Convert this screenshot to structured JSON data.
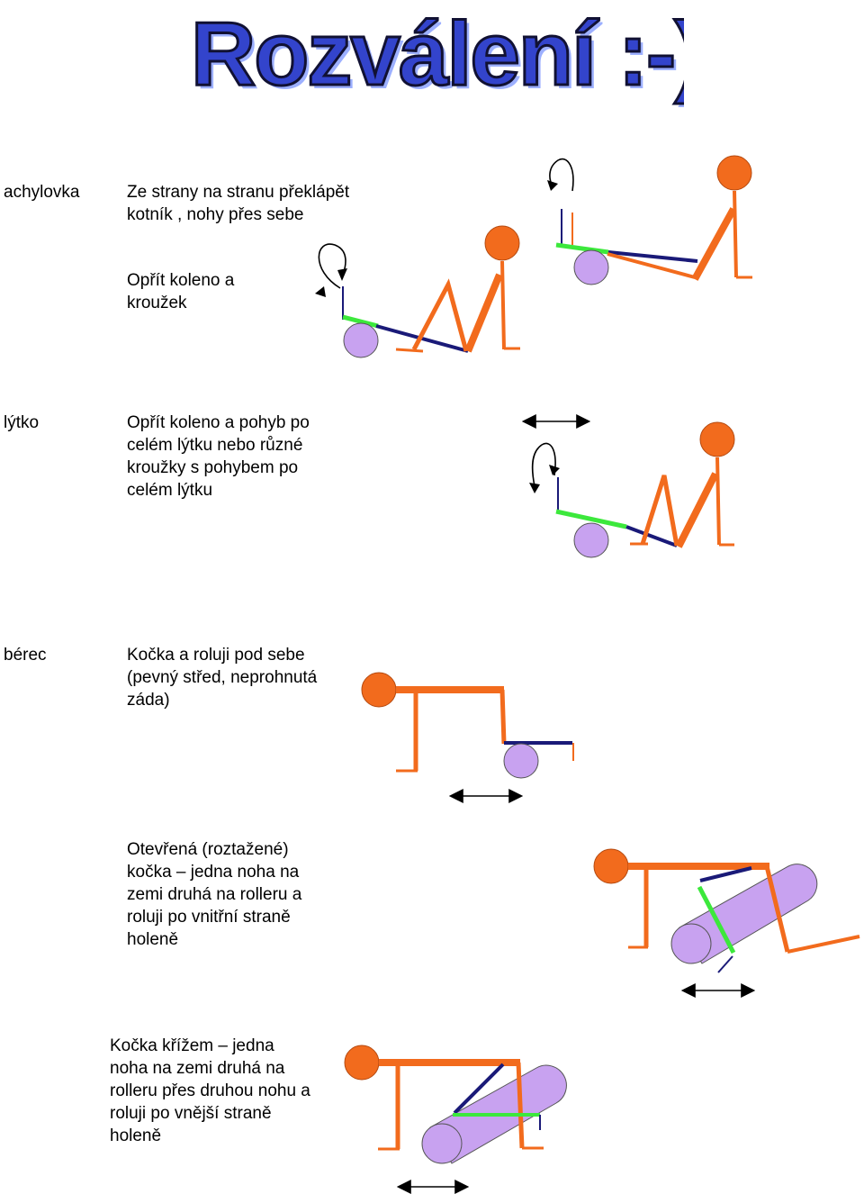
{
  "title": "Rozválení :-)",
  "colors": {
    "body": "#F26B1D",
    "roller": "#C8A2F0",
    "shin_green": "#3CE83C",
    "leg_navy": "#1A1A78",
    "title_fill": "#3344CC",
    "title_outline": "#111133"
  },
  "sections": [
    {
      "label": "achylovka",
      "texts": [
        "Ze strany na stranu překlápět\nkotník , nohy přes sebe",
        "Opřít koleno a\nkroužek"
      ]
    },
    {
      "label": "lýtko",
      "texts": [
        "Opřít koleno a pohyb po\ncelém lýtku nebo různé\nkroužky s pohybem po\ncelém lýtku"
      ]
    },
    {
      "label": "bérec",
      "texts": [
        "Kočka a roluji pod sebe\n(pevný střed, neprohnutá\nzáda)",
        "Otevřená (roztažené)\nkočka – jedna noha na\nzemi druhá na rolleru a\nroluji po vnitřní straně\nholeně"
      ]
    },
    {
      "label": "",
      "texts": [
        "Kočka křížem   – jedna\nnoha na zemi druhá na\nrolleru přes druhou nohu a\nroluji po vnější straně\nholeně"
      ]
    }
  ]
}
